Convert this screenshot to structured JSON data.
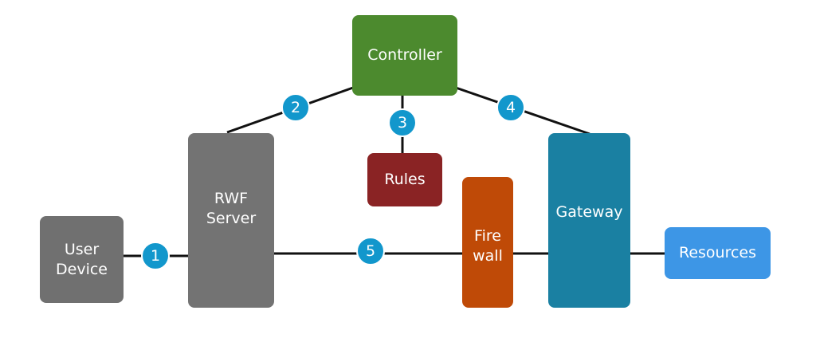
{
  "nodes": {
    "user_device": {
      "label": "User\nDevice",
      "color": "#707070"
    },
    "rwf_server": {
      "label": "RWF\nServer",
      "color": "#737373"
    },
    "controller": {
      "label": "Controller",
      "color": "#4c8a2e"
    },
    "rules": {
      "label": "Rules",
      "color": "#8a2324"
    },
    "firewall": {
      "label": "Fire\nwall",
      "color": "#bf4a07"
    },
    "gateway": {
      "label": "Gateway",
      "color": "#1a80a2"
    },
    "resources": {
      "label": "Resources",
      "color": "#3d96e6"
    }
  },
  "steps": [
    {
      "number": "1"
    },
    {
      "number": "2"
    },
    {
      "number": "3"
    },
    {
      "number": "4"
    },
    {
      "number": "5"
    }
  ],
  "colors": {
    "connector": "#111111",
    "badge": "#1297cc"
  }
}
